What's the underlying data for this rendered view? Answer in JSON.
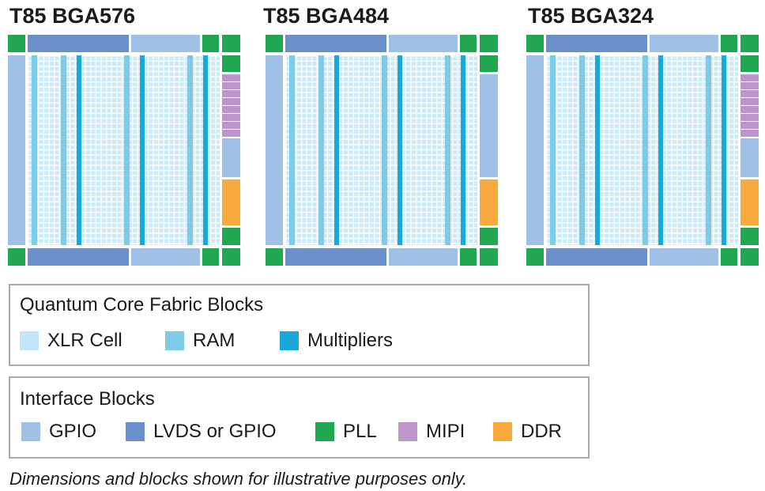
{
  "colors": {
    "xlr_cell": "#bfe5f6",
    "ram": "#7dcbe8",
    "multipliers": "#19a9d8",
    "gpio": "#9ec1e5",
    "lvds_or_gpio": "#6a8fcb",
    "pll": "#1fa84f",
    "mipi": "#bb98c9",
    "ddr": "#f8aa3d",
    "border": "#a7a9ac"
  },
  "chips": [
    {
      "title": "T85 BGA576",
      "has_mipi": true,
      "has_ddr": true
    },
    {
      "title": "T85 BGA484",
      "has_mipi": false,
      "has_ddr": true
    },
    {
      "title": "T85 BGA324",
      "has_mipi": true,
      "has_ddr": true
    }
  ],
  "core_legend": {
    "title": "Quantum Core Fabric Blocks",
    "items": [
      {
        "label": "XLR Cell",
        "color_key": "xlr_cell"
      },
      {
        "label": "RAM",
        "color_key": "ram"
      },
      {
        "label": "Multipliers",
        "color_key": "multipliers"
      }
    ]
  },
  "interface_legend": {
    "title": "Interface Blocks",
    "items": [
      {
        "label": "GPIO",
        "color_key": "gpio"
      },
      {
        "label": "LVDS or GPIO",
        "color_key": "lvds_or_gpio"
      },
      {
        "label": "PLL",
        "color_key": "pll"
      },
      {
        "label": "MIPI",
        "color_key": "mipi"
      },
      {
        "label": "DDR",
        "color_key": "ddr"
      }
    ]
  },
  "footnote": "Dimensions and blocks shown for illustrative purposes only."
}
